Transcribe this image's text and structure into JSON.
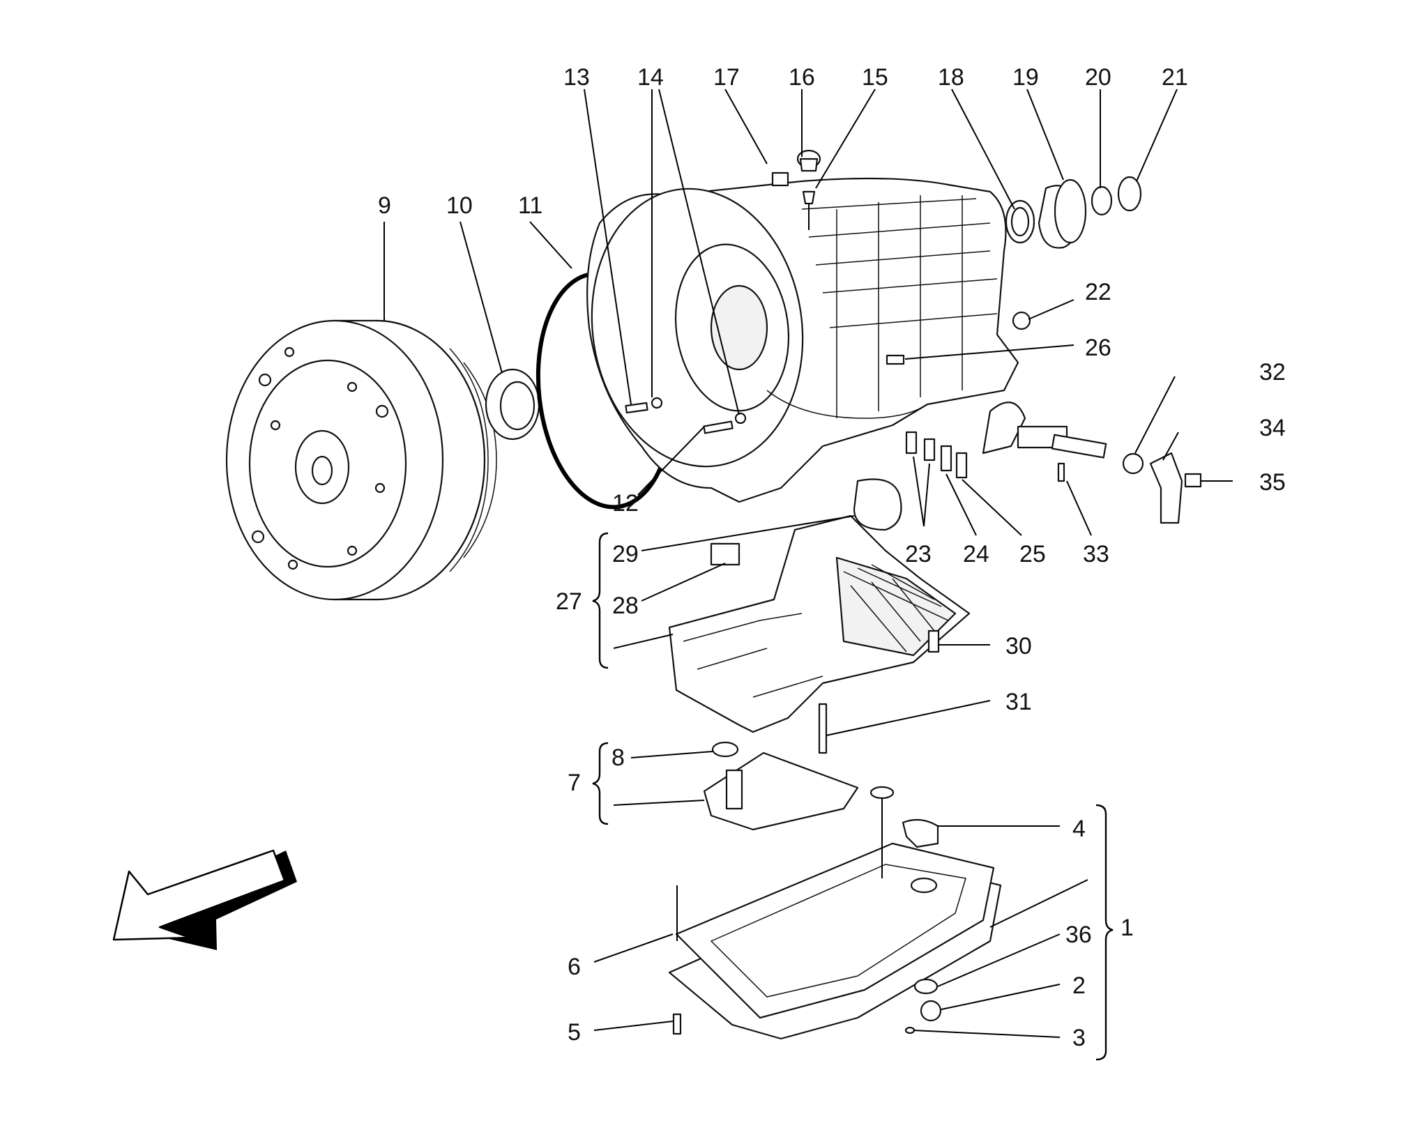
{
  "labels": {
    "l1": "1",
    "l2": "2",
    "l3": "3",
    "l4": "4",
    "l5": "5",
    "l6": "6",
    "l7": "7",
    "l8": "8",
    "l9": "9",
    "l10": "10",
    "l11": "11",
    "l12": "12",
    "l13": "13",
    "l14": "14",
    "l15": "15",
    "l16": "16",
    "l17": "17",
    "l18": "18",
    "l19": "19",
    "l20": "20",
    "l21": "21",
    "l22": "22",
    "l23": "23",
    "l24": "24",
    "l25": "25",
    "l26": "26",
    "l27": "27",
    "l28": "28",
    "l29": "29",
    "l30": "30",
    "l31": "31",
    "l32": "32",
    "l33": "33",
    "l34": "34",
    "l35": "35",
    "l36": "36"
  },
  "icons": {
    "direction": "arrow-down-left-icon"
  }
}
